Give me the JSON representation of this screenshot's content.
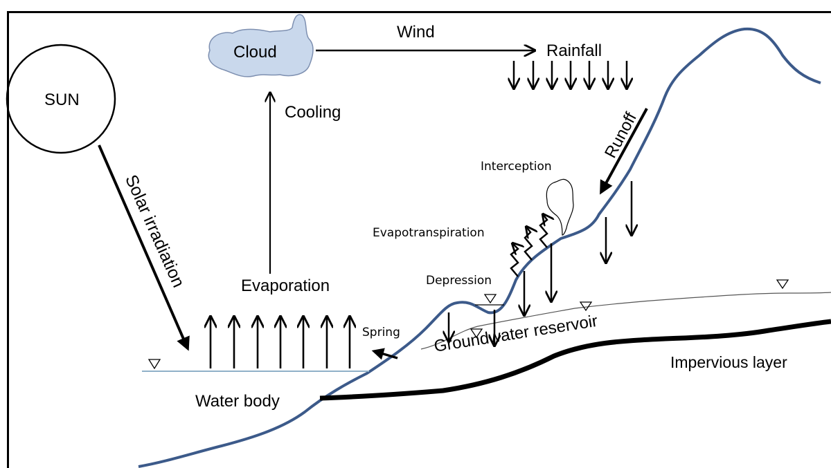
{
  "diagram": {
    "sun": "SUN",
    "cloud": "Cloud",
    "wind": "Wind",
    "rainfall": "Rainfall",
    "cooling": "Cooling",
    "solar_irradiation": "Solar irradiation",
    "runoff": "Runoff",
    "interception": "Interception",
    "evapotranspiration": "Evapotranspiration",
    "evaporation": "Evaporation",
    "depression": "Depression",
    "spring": "Spring",
    "groundwater_reservoir": "Groundwater reservoir",
    "impervious_layer": "Impervious layer",
    "water_body": "Water body"
  },
  "colors": {
    "terrain_line": "#3c5a8a",
    "cloud_fill": "#c9d8ec",
    "cloud_stroke": "#7d8fb0",
    "water_line": "#8fb0c8",
    "ink": "#000000"
  }
}
